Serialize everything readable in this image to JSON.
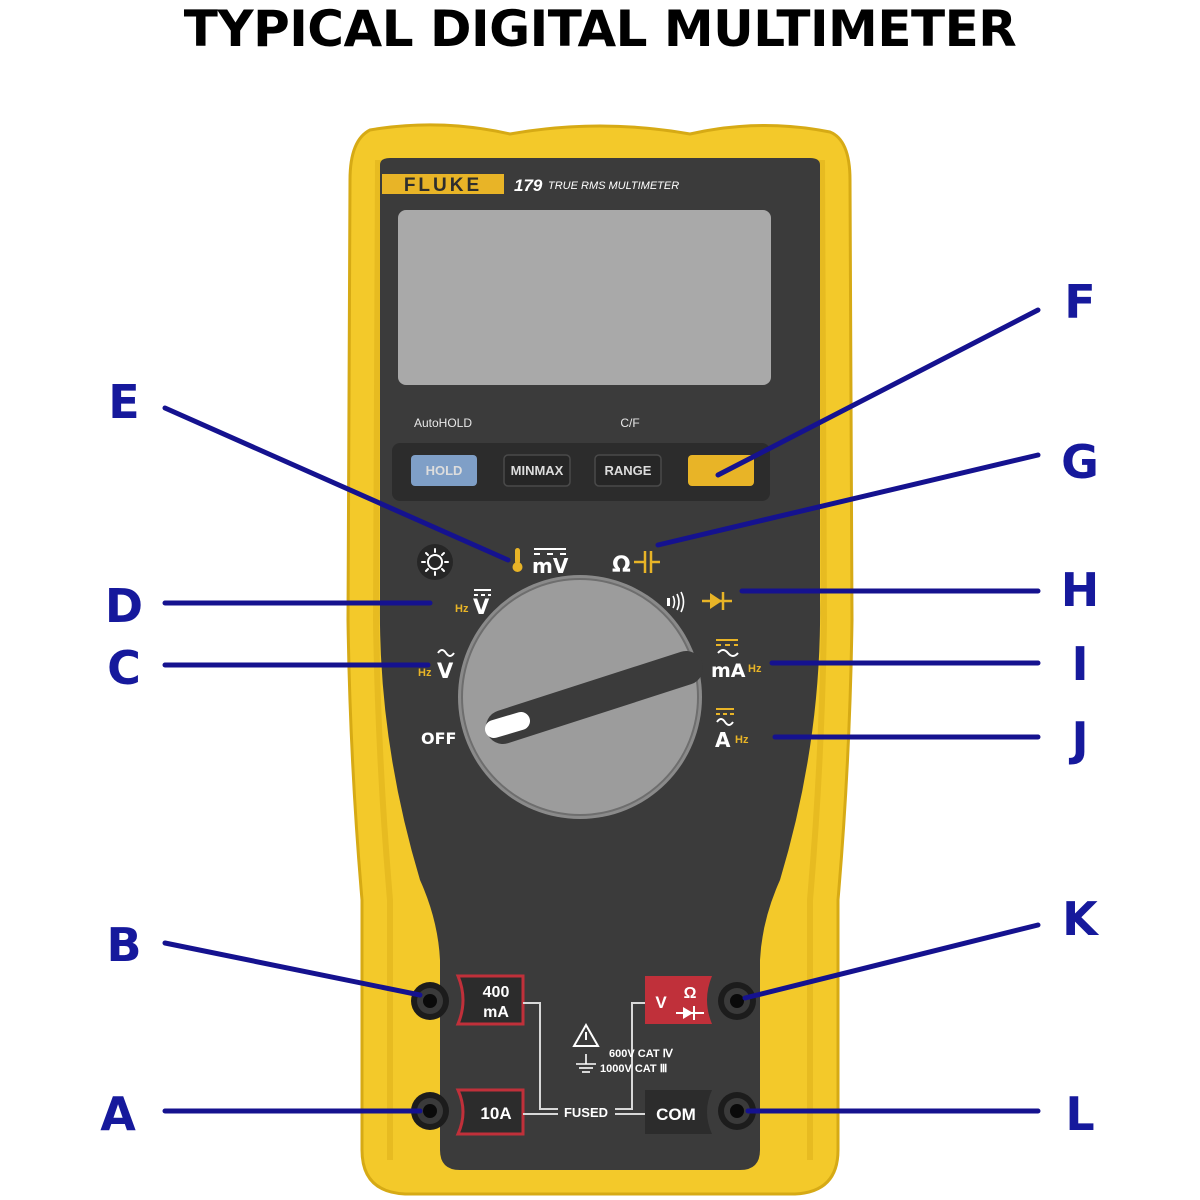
{
  "title": "TYPICAL DIGITAL MULTIMETER",
  "device": {
    "brand": "FLUKE",
    "model": "179",
    "model_subtitle": "TRUE RMS MULTIMETER",
    "label_autohold": "AutoHOLD",
    "label_cf": "C/F",
    "buttons": [
      "HOLD",
      "MINMAX",
      "RANGE",
      ""
    ],
    "dial": {
      "off": "OFF",
      "hz": "Hz",
      "v": "V",
      "mv": "mV",
      "ma": "mA",
      "a": "A",
      "ohm": "Ω"
    },
    "jacks": {
      "ma_top": "400",
      "ma_bottom": "mA",
      "tenA": "10A",
      "v": "V",
      "ohm": "Ω",
      "com": "COM",
      "fused": "FUSED",
      "rating1": "600V CAT Ⅳ",
      "rating2": "1000V CAT Ⅲ"
    }
  },
  "callouts": [
    "A",
    "B",
    "C",
    "D",
    "E",
    "F",
    "G",
    "H",
    "I",
    "J",
    "K",
    "L"
  ],
  "colors": {
    "callout": "#16199c",
    "case_yellow": "#f5cc2c",
    "faceplate": "#3a3a3a",
    "lcd": "#a9a9a9",
    "accent_yellow": "#e8b427",
    "jack_red": "#c0303a",
    "hold_blue": "#7f9fc7"
  },
  "icons": [
    "thermometer-icon",
    "backlight-sun-icon",
    "capacitor-icon",
    "diode-icon",
    "continuity-sound-icon",
    "warning-triangle-icon",
    "ground-icon"
  ]
}
